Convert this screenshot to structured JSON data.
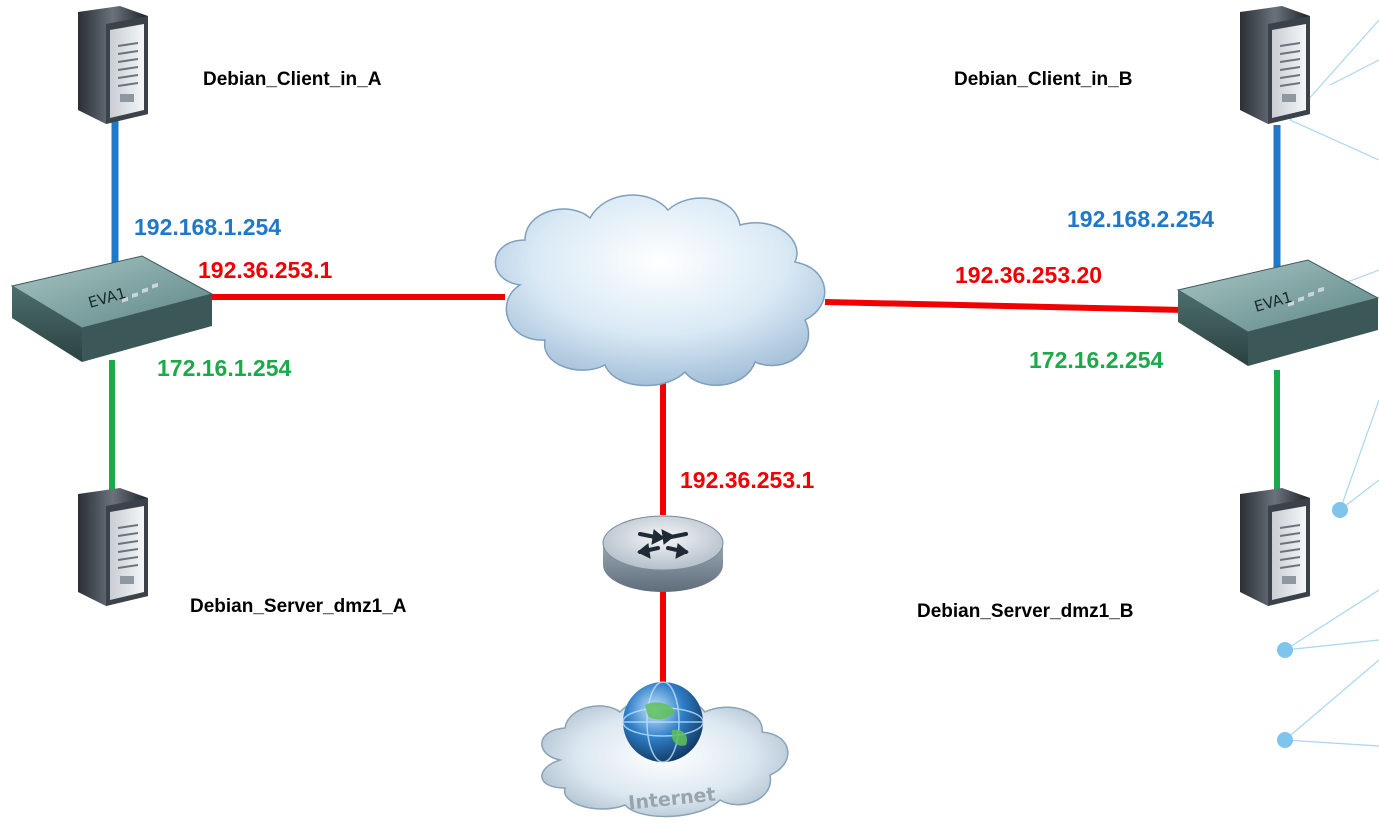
{
  "hosts": {
    "client_a": "Debian_Client_in_A",
    "client_b": "Debian_Client_in_B",
    "server_a": "Debian_Server_dmz1_A",
    "server_b": "Debian_Server_dmz1_B"
  },
  "firewalls": {
    "left_label": "EVA1",
    "right_label": "EVA1"
  },
  "ips": {
    "lan_a": "192.168.1.254",
    "wan_a": "192.36.253.1",
    "dmz_a": "172.16.1.254",
    "lan_b": "192.168.2.254",
    "wan_b": "192.36.253.20",
    "dmz_b": "172.16.2.254",
    "router": "192.36.253.1"
  },
  "internet_label": "Internet",
  "colors": {
    "lan_link": "#1f78c8",
    "wan_link": "#f00000",
    "dmz_link": "#1ca94a",
    "decor": "#7ec4ec"
  },
  "icons": {
    "host": "server-tower-icon",
    "firewall": "firewall-appliance-icon",
    "cloud": "cloud-icon",
    "router": "router-icon",
    "internet": "internet-globe-cloud-icon"
  }
}
